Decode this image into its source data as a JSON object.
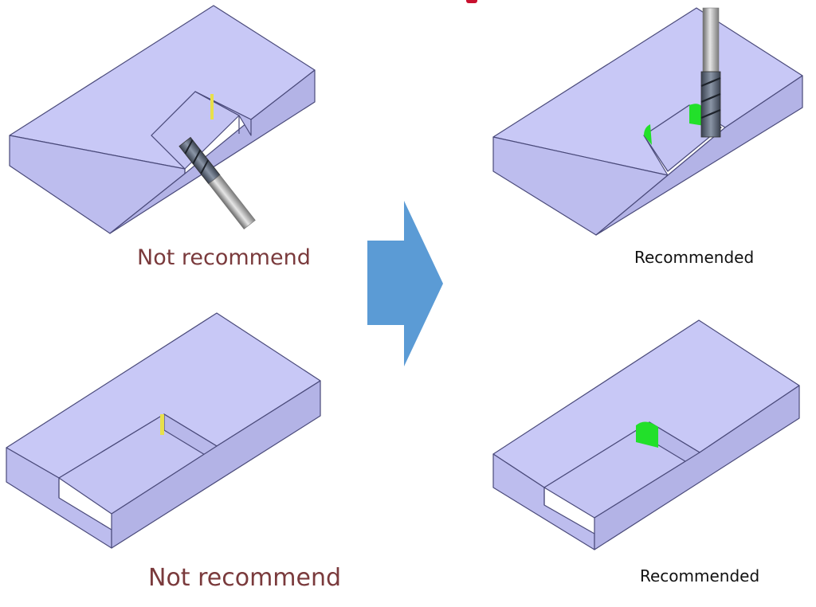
{
  "labels": {
    "top_left": "Not recommend",
    "bottom_left": "Not recommend",
    "top_right": "Recommended",
    "bottom_right": "Recommended"
  },
  "colors": {
    "block_top": "#c8c8f6",
    "block_front": "#bdbdee",
    "block_side": "#b3b3e6",
    "edge": "#4a4a7a",
    "sharp_corner_mark": "#e8e04a",
    "corner_radius_fill": "#22e02a",
    "arrow": "#5b9bd5",
    "not_recommend_text": "#7a3a3c"
  },
  "icons": [
    "end-mill-tool-icon",
    "right-arrow-icon"
  ]
}
